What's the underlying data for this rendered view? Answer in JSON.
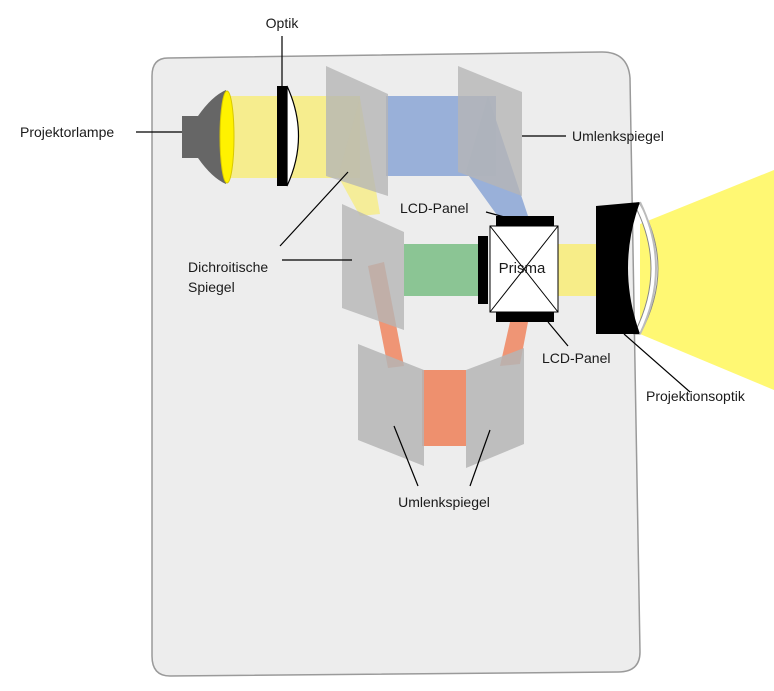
{
  "labels": {
    "optik": "Optik",
    "projektorlampe": "Projektorlampe",
    "umlenkspiegel_top": "Umlenkspiegel",
    "lcd_panel_top": "LCD-Panel",
    "dichroitische_1": "Dichroitische",
    "dichroitische_2": "Spiegel",
    "prisma": "Prisma",
    "lcd_panel_bottom": "LCD-Panel",
    "projektionsoptik": "Projektionsoptik",
    "umlenkspiegel_bottom": "Umlenkspiegel"
  },
  "colors": {
    "housing": "#ededed",
    "housing_stroke": "#9a9a9a",
    "light_yellow": "#f7ec7c",
    "bright_yellow": "#fff200",
    "blue_beam": "#8fa8d6",
    "green_beam": "#86c38f",
    "red_beam": "#ee8b67",
    "mirror": "#b5b5b5",
    "lamp": "#666666",
    "black": "#000000"
  }
}
